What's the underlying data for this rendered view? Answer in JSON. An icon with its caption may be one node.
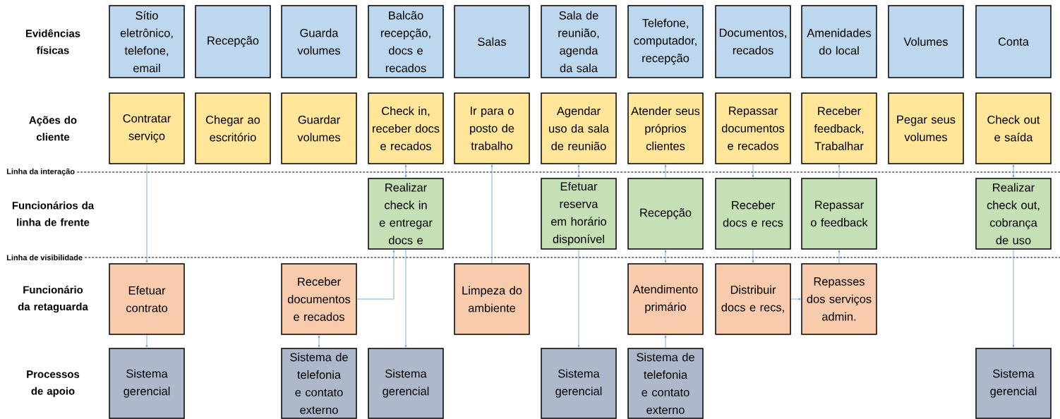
{
  "diagram": {
    "nodes": [
      {
        "text": [
          "Sítio eletrônico, telefone, email"
        ]
      },
      {
        "text": [
          "Recepção"
        ]
      },
      {
        "text": [
          "Guarda volumes"
        ]
      },
      {
        "text": [
          "Balcão recepção, docs e recados"
        ]
      },
      {
        "text": [
          "Salas"
        ]
      },
      {
        "text": [
          "Sala de reunião, agenda da sala"
        ]
      },
      {
        "text": [
          "Telefone, computador, recepção"
        ]
      },
      {
        "text": [
          "Documentos, recados"
        ]
      },
      {
        "text": [
          "Amenidades do local"
        ]
      },
      {
        "text": [
          "Volumes"
        ]
      },
      {
        "text": [
          "Conta"
        ]
      },
      {
        "text": [
          "Contratar serviço"
        ]
      },
      {
        "text": [
          "Chegar ao escritório"
        ]
      },
      {
        "text": [
          "Guardar volumes"
        ]
      },
      {
        "text": [
          "Check in, receber docs e recados"
        ]
      },
      {
        "text": [
          "Ir para o posto de trabalho"
        ]
      },
      {
        "text": [
          "Agendar uso da sala de reunião"
        ]
      },
      {
        "text": [
          "Atender seus próprios clientes"
        ]
      },
      {
        "text": [
          "Repassar documentos e recados"
        ]
      },
      {
        "text": [
          "Receber feedback, Trabalhar"
        ]
      },
      {
        "text": [
          "Pegar seus volumes"
        ]
      },
      {
        "text": [
          "Check out e saída"
        ]
      },
      {
        "text": [
          "Realizar check in e entregar docs e"
        ]
      },
      {
        "text": [
          "Efetuar reserva em horário disponível"
        ]
      },
      {
        "text": [
          "Recepção"
        ]
      },
      {
        "text": [
          "Receber docs e recs"
        ]
      },
      {
        "text": [
          "Repassar o feedback"
        ]
      },
      {
        "text": [
          "Realizar check out, cobrança de uso"
        ]
      },
      {
        "text": [
          "Efetuar contrato"
        ]
      },
      {
        "text": [
          "Receber documentos e recados"
        ]
      },
      {
        "text": [
          "Limpeza do ambiente"
        ]
      },
      {
        "text": [
          "Atendimento primário"
        ]
      },
      {
        "text": [
          "Distribuir docs e recs,"
        ]
      },
      {
        "text": [
          "Repasses dos serviços admin."
        ]
      },
      {
        "text": [
          "Sistema gerencial"
        ]
      },
      {
        "text": [
          "Sistema de telefonia e contato externo"
        ]
      },
      {
        "text": [
          "Sistema gerencial"
        ]
      },
      {
        "text": [
          "Sistema gerencial"
        ]
      },
      {
        "text": [
          "Sistema de telefonia e contato externo"
        ]
      },
      {
        "text": [
          "Sistema gerencial"
        ]
      }
    ],
    "edges": [
      {
        "from": 11,
        "to": 28,
        "arrow": "to"
      },
      {
        "from": 28,
        "to": 34,
        "arrow": "to"
      },
      {
        "from": 14,
        "to": 22,
        "arrow": "both"
      },
      {
        "from": 29,
        "to": 22,
        "arrow": "to"
      },
      {
        "from": 22,
        "to": 36,
        "arrow": "to"
      },
      {
        "from": 29,
        "to": 35,
        "arrow": "both"
      },
      {
        "from": 30,
        "to": 15,
        "arrow": "to"
      },
      {
        "from": 16,
        "to": 23,
        "arrow": "both"
      },
      {
        "from": 23,
        "to": 37,
        "arrow": "to"
      },
      {
        "from": 24,
        "to": 17,
        "arrow": "to"
      },
      {
        "from": 24,
        "to": 31,
        "arrow": "both"
      },
      {
        "from": 38,
        "to": 31,
        "arrow": "to"
      },
      {
        "from": 18,
        "to": 25,
        "arrow": "to"
      },
      {
        "from": 25,
        "to": 32,
        "arrow": "to"
      },
      {
        "from": 32,
        "to": 33,
        "arrow": "to"
      },
      {
        "from": 33,
        "to": 26,
        "arrow": "to"
      },
      {
        "from": 26,
        "to": 19,
        "arrow": "to"
      },
      {
        "from": 21,
        "to": 27,
        "arrow": "both"
      },
      {
        "from": 27,
        "to": 39,
        "arrow": "to"
      }
    ],
    "labels": [
      "Evidências físicas",
      "Ações do cliente",
      "Linha da interação",
      "Funcionários da linha de frente",
      "Linha de visibilidade",
      "Funcionário da retaguarda",
      "Processos de apoio"
    ]
  }
}
